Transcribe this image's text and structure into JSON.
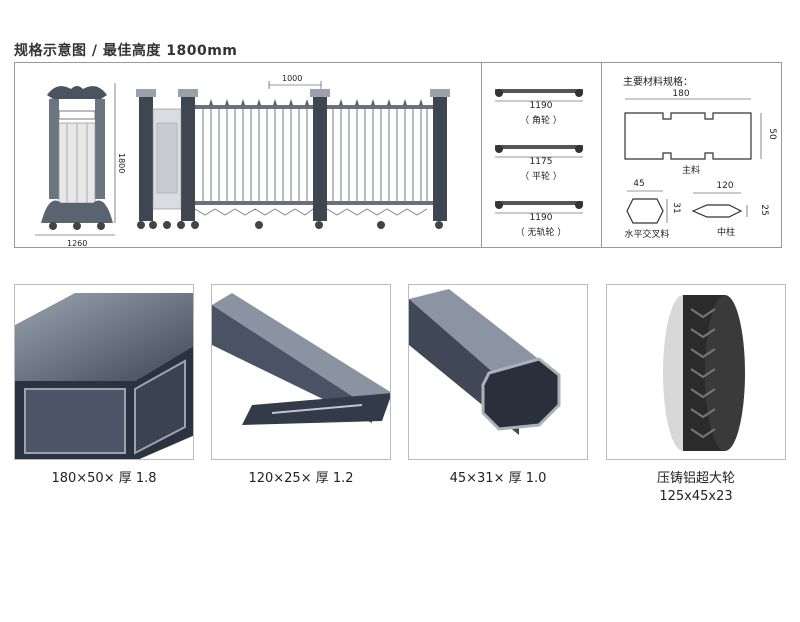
{
  "page_title": "规格示意图 / 最佳高度 1800mm",
  "gate_drawing": {
    "height_label": "1800",
    "width_label": "1260",
    "spacing_label": "1000"
  },
  "wheels": [
    {
      "length": "1190",
      "name": "（ 角轮 ）"
    },
    {
      "length": "1175",
      "name": "（ 平轮 ）"
    },
    {
      "length": "1190",
      "name": "（ 无轨轮 ）"
    }
  ],
  "materials": {
    "title": "主要材料规格：",
    "main": {
      "width": "180",
      "height": "50",
      "label": "主料"
    },
    "cross": {
      "width": "45",
      "height": "31",
      "label": "水平交叉料"
    },
    "post": {
      "width": "120",
      "height": "25",
      "label": "中柱"
    }
  },
  "products": [
    {
      "caption": "180×50× 厚 1.8",
      "caption2": ""
    },
    {
      "caption": "120×25× 厚 1.2",
      "caption2": ""
    },
    {
      "caption": "45×31× 厚 1.0",
      "caption2": ""
    },
    {
      "caption": "压铸铝超大轮",
      "caption2": "125x45x23"
    }
  ]
}
